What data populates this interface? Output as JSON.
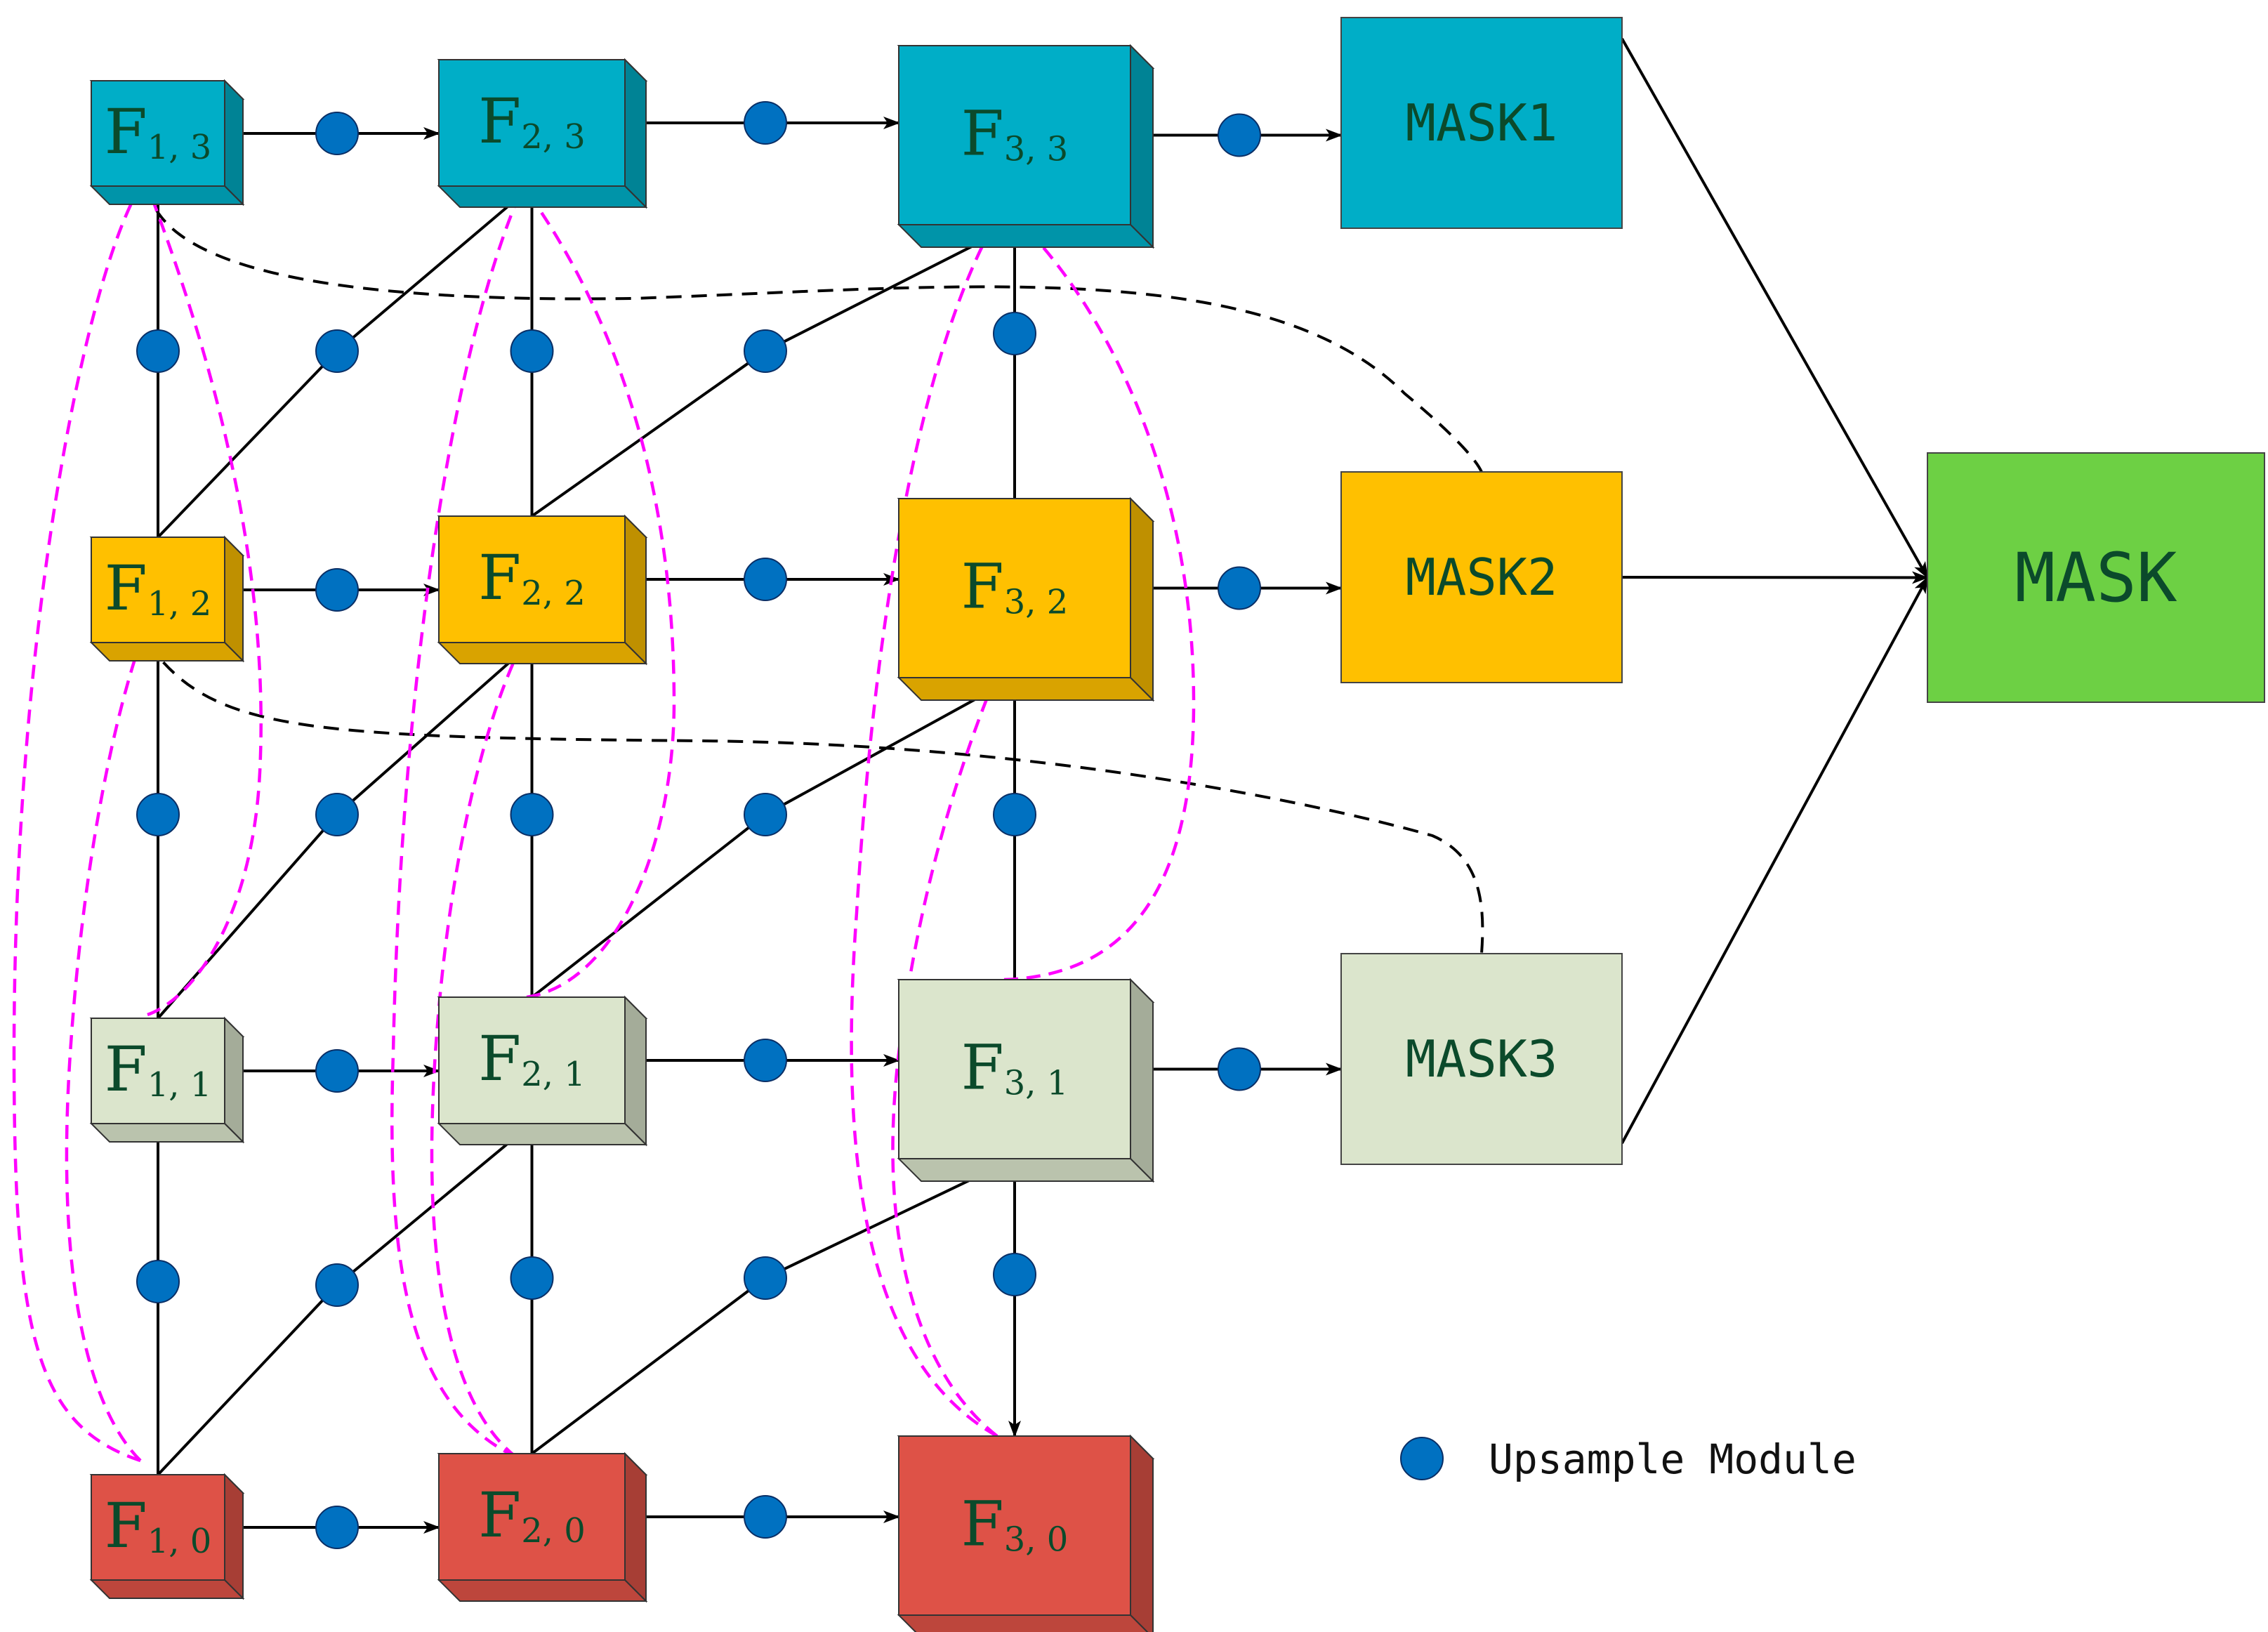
{
  "colors": {
    "row3": "#00aec7",
    "row2": "#ffc000",
    "row1": "#dbe5cc",
    "row0": "#de5247",
    "mask_out": "#6dd044",
    "module": "#0071c1",
    "skip_link": "#ff00ff",
    "mask_link": "#000000"
  },
  "icons": {
    "upsample": "filled-circle-icon"
  },
  "nodes": [
    {
      "id": "F13",
      "base": "F",
      "sub": "1, 3"
    },
    {
      "id": "F23",
      "base": "F",
      "sub": "2, 3"
    },
    {
      "id": "F33",
      "base": "F",
      "sub": "3, 3"
    },
    {
      "id": "F12",
      "base": "F",
      "sub": "1, 2"
    },
    {
      "id": "F22",
      "base": "F",
      "sub": "2, 2"
    },
    {
      "id": "F32",
      "base": "F",
      "sub": "3, 2"
    },
    {
      "id": "F11",
      "base": "F",
      "sub": "1, 1"
    },
    {
      "id": "F21",
      "base": "F",
      "sub": "2, 1"
    },
    {
      "id": "F31",
      "base": "F",
      "sub": "3, 1"
    },
    {
      "id": "F10",
      "base": "F",
      "sub": "1, 0"
    },
    {
      "id": "F20",
      "base": "F",
      "sub": "2, 0"
    },
    {
      "id": "F30",
      "base": "F",
      "sub": "3, 0"
    }
  ],
  "masks": [
    {
      "id": "MASK1",
      "label": "MASK1"
    },
    {
      "id": "MASK2",
      "label": "MASK2"
    },
    {
      "id": "MASK3",
      "label": "MASK3"
    },
    {
      "id": "MASK",
      "label": "MASK"
    }
  ],
  "legend": {
    "label": "Upsample Module"
  }
}
